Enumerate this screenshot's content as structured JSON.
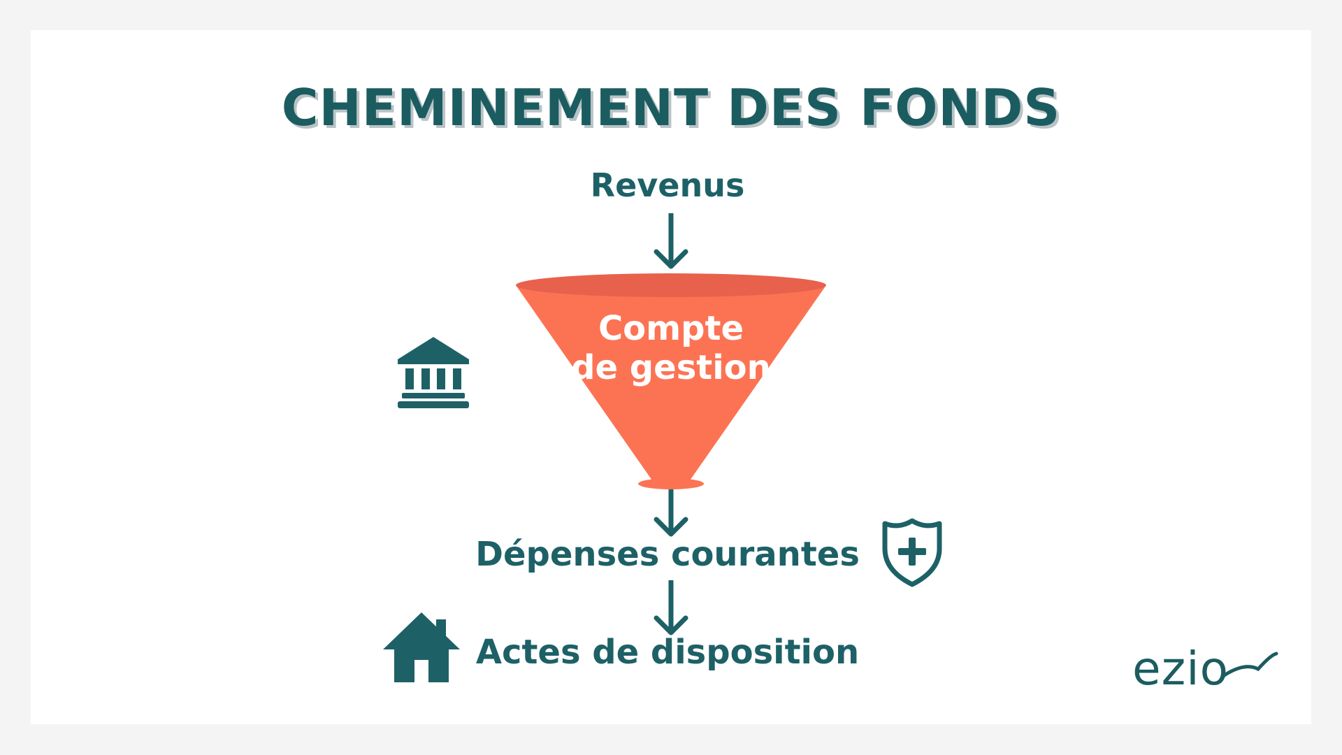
{
  "title": "CHEMINEMENT DES FONDS",
  "nodes": {
    "revenus": "Revenus",
    "compte_line1": "Compte",
    "compte_line2": "de gestion",
    "depenses": "Dépenses courantes",
    "actes": "Actes de disposition"
  },
  "icons": {
    "bank": "bank-icon",
    "shield": "shield-plus-icon",
    "house": "house-icon"
  },
  "logo": "ezio",
  "colors": {
    "teal": "#1d6167",
    "funnel": "#fc7354",
    "funnel_rim": "#e8614c",
    "background": "#f4f4f4"
  }
}
